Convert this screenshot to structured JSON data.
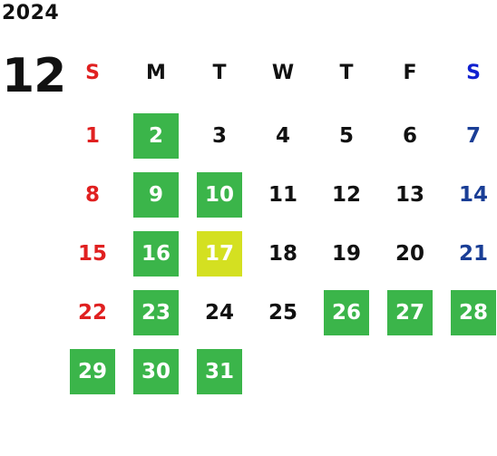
{
  "year": "2024",
  "month": "12",
  "weekdays": [
    "S",
    "M",
    "T",
    "W",
    "T",
    "F",
    "S"
  ],
  "weeks": [
    [
      {
        "day": "1",
        "highlight": "none"
      },
      {
        "day": "2",
        "highlight": "green"
      },
      {
        "day": "3",
        "highlight": "none"
      },
      {
        "day": "4",
        "highlight": "none"
      },
      {
        "day": "5",
        "highlight": "none"
      },
      {
        "day": "6",
        "highlight": "none"
      },
      {
        "day": "7",
        "highlight": "none"
      }
    ],
    [
      {
        "day": "8",
        "highlight": "none"
      },
      {
        "day": "9",
        "highlight": "green"
      },
      {
        "day": "10",
        "highlight": "green"
      },
      {
        "day": "11",
        "highlight": "none"
      },
      {
        "day": "12",
        "highlight": "none"
      },
      {
        "day": "13",
        "highlight": "none"
      },
      {
        "day": "14",
        "highlight": "none"
      }
    ],
    [
      {
        "day": "15",
        "highlight": "none"
      },
      {
        "day": "16",
        "highlight": "green"
      },
      {
        "day": "17",
        "highlight": "yellow"
      },
      {
        "day": "18",
        "highlight": "none"
      },
      {
        "day": "19",
        "highlight": "none"
      },
      {
        "day": "20",
        "highlight": "none"
      },
      {
        "day": "21",
        "highlight": "none"
      }
    ],
    [
      {
        "day": "22",
        "highlight": "none"
      },
      {
        "day": "23",
        "highlight": "green"
      },
      {
        "day": "24",
        "highlight": "none"
      },
      {
        "day": "25",
        "highlight": "none"
      },
      {
        "day": "26",
        "highlight": "green"
      },
      {
        "day": "27",
        "highlight": "green"
      },
      {
        "day": "28",
        "highlight": "green"
      }
    ],
    [
      {
        "day": "29",
        "highlight": "green"
      },
      {
        "day": "30",
        "highlight": "green"
      },
      {
        "day": "31",
        "highlight": "green"
      }
    ]
  ],
  "colors": {
    "sunday": "#e02020",
    "saturday": "#1a3e96",
    "saturday_header": "#1020d0",
    "weekday": "#111111",
    "green_highlight": "#3bb54a",
    "yellow_highlight": "#d4e021"
  }
}
